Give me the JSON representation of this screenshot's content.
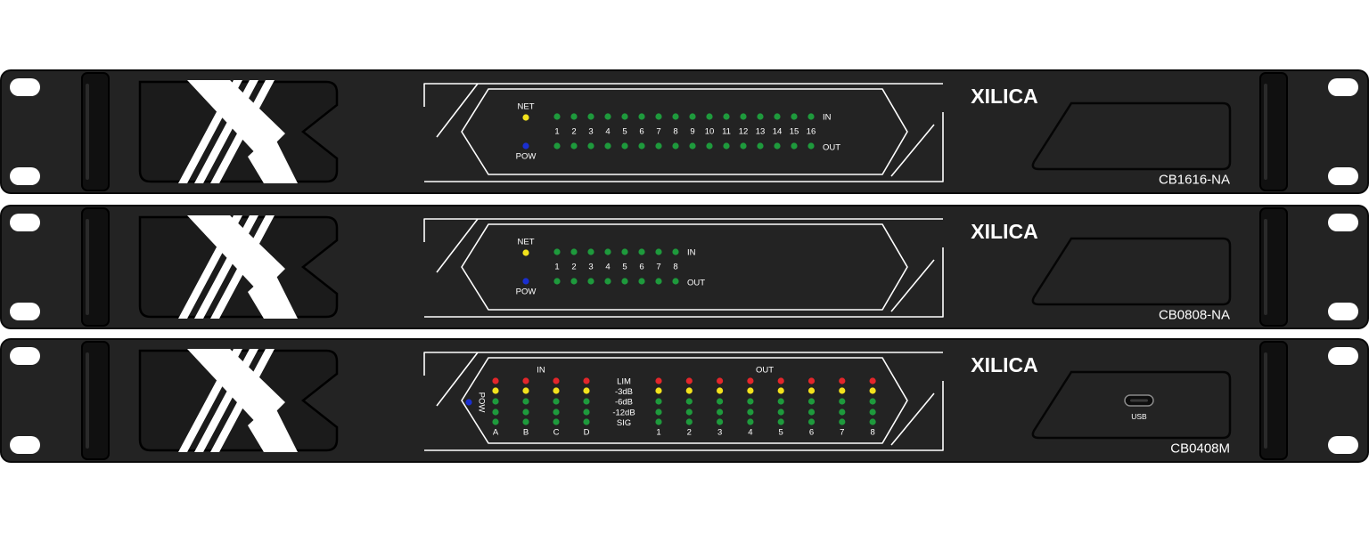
{
  "brand": "XILICA",
  "colors": {
    "panel": "#232323",
    "panel_edge": "#0a0a0a",
    "outline": "#ffffff",
    "led_green": "#1e9a3c",
    "led_yellow": "#f2e21c",
    "led_red": "#e3262b",
    "led_blue": "#1a2fd0",
    "handle": "#101010"
  },
  "units": [
    {
      "model": "CB1616-NA",
      "type": "network",
      "net_label": "NET",
      "pow_label": "POW",
      "in_label": "IN",
      "out_label": "OUT",
      "channels": [
        "1",
        "2",
        "3",
        "4",
        "5",
        "6",
        "7",
        "8",
        "9",
        "10",
        "11",
        "12",
        "13",
        "14",
        "15",
        "16"
      ]
    },
    {
      "model": "CB0808-NA",
      "type": "network",
      "net_label": "NET",
      "pow_label": "POW",
      "in_label": "IN",
      "out_label": "OUT",
      "channels": [
        "1",
        "2",
        "3",
        "4",
        "5",
        "6",
        "7",
        "8"
      ]
    },
    {
      "model": "CB0408M",
      "type": "meter",
      "pow_label": "POW",
      "in_label": "IN",
      "out_label": "OUT",
      "level_labels": [
        "LIM",
        "-3dB",
        "-6dB",
        "-12dB",
        "SIG"
      ],
      "in_channels": [
        "A",
        "B",
        "C",
        "D"
      ],
      "out_channels": [
        "1",
        "2",
        "3",
        "4",
        "5",
        "6",
        "7",
        "8"
      ],
      "usb_label": "USB"
    }
  ]
}
